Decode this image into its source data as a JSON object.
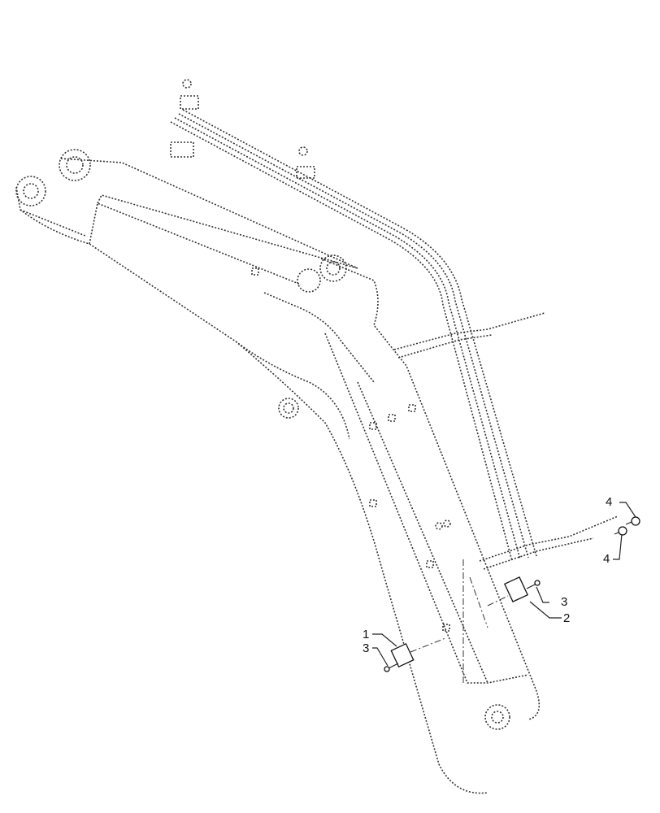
{
  "callouts": [
    {
      "id": "callout-1",
      "text": "1"
    },
    {
      "id": "callout-2",
      "text": "2"
    },
    {
      "id": "callout-3a",
      "text": "3"
    },
    {
      "id": "callout-3b",
      "text": "3"
    },
    {
      "id": "callout-4a",
      "text": "4"
    },
    {
      "id": "callout-4b",
      "text": "4"
    }
  ]
}
